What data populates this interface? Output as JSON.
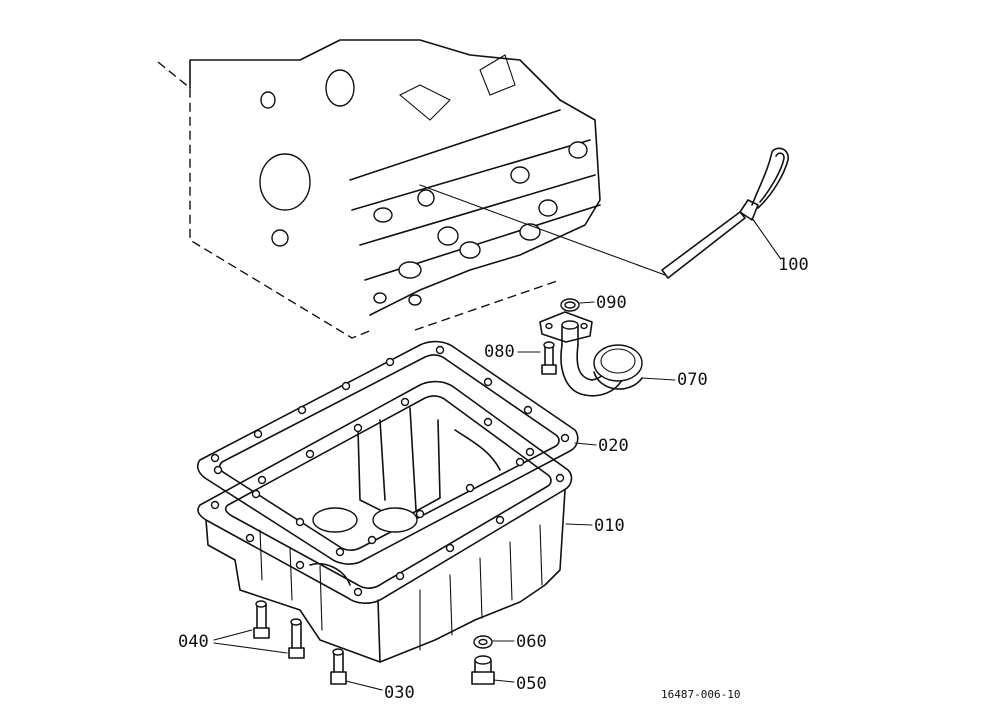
{
  "callouts": {
    "c100": "100",
    "c090": "090",
    "c080": "080",
    "c070": "070",
    "c020": "020",
    "c010": "010",
    "c060": "060",
    "c050": "050",
    "c040": "040",
    "c030": "030"
  },
  "diagram_code": "16487-006-10"
}
